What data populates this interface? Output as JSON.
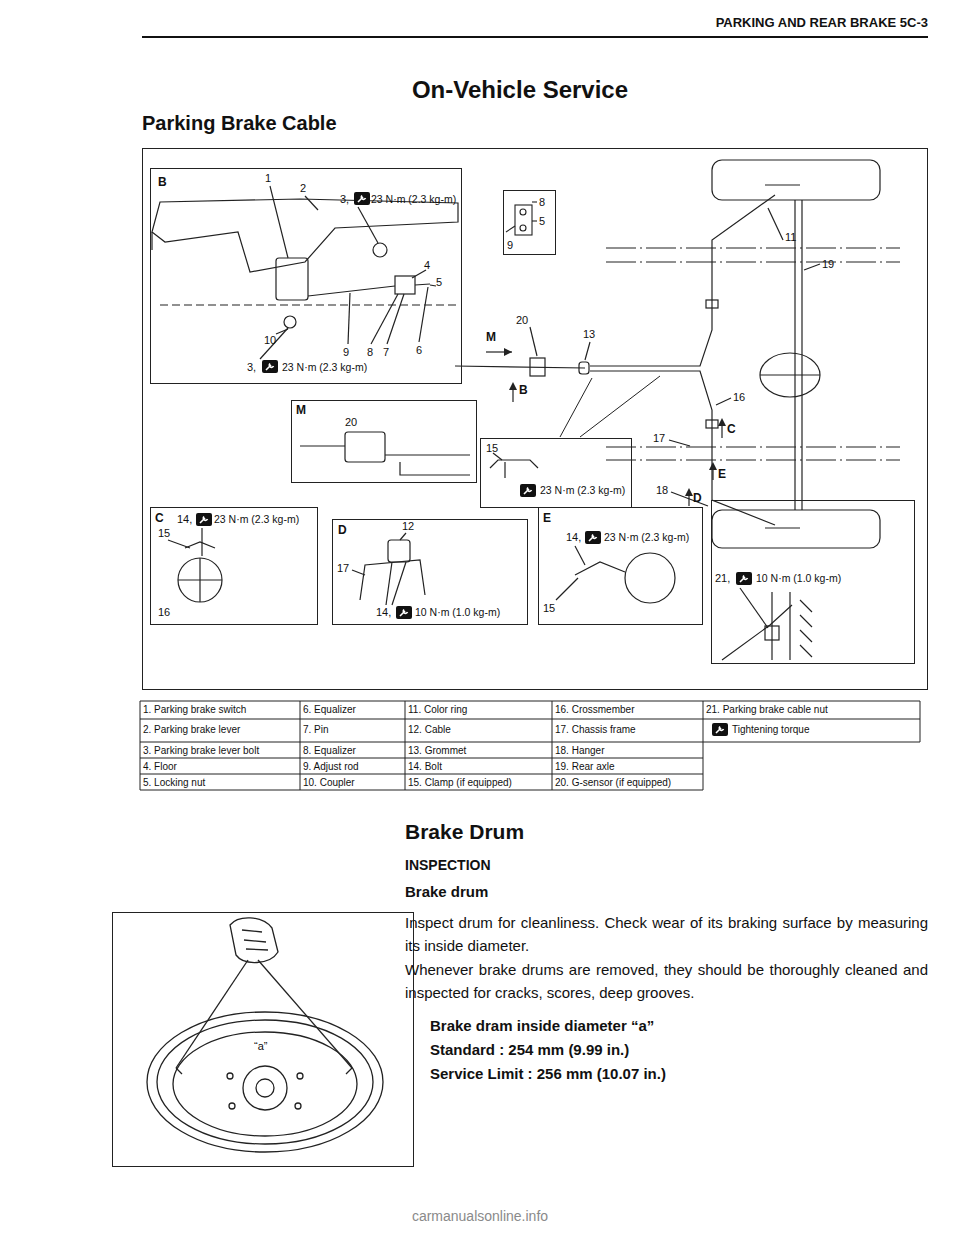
{
  "diagram": {
    "title": "On-Vehicle Service",
    "nodes": [
      {
        "text": [
          "11",
          "19",
          "20",
          "13",
          "M",
          "B",
          "16",
          "C",
          "17",
          "E",
          "18",
          "D"
        ]
      },
      {
        "text": [
          "B",
          "1",
          "2",
          "3,",
          "23 N·m (2.3 kg-m)",
          "4",
          "5",
          "10",
          "9",
          "8",
          "7",
          "6",
          "3,",
          "23 N·m (2.3 kg-m)"
        ],
        "in": 0
      },
      {
        "text": [
          "M",
          "20"
        ],
        "in": 0
      },
      {
        "text": [
          "8",
          "5",
          "9"
        ],
        "in": 0
      },
      {
        "text": [
          "15",
          "23 N·m (2.3 kg-m)"
        ],
        "in": 0
      },
      {
        "text": [
          "C",
          "15",
          "14,",
          "23 N·m (2.3 kg-m)",
          "16"
        ],
        "in": 0
      },
      {
        "text": [
          "D",
          "12",
          "17",
          "14,",
          "10 N·m (1.0 kg-m)"
        ],
        "in": 0
      },
      {
        "text": [
          "E",
          "14,",
          "23 N·m (2.3 kg-m)",
          "15"
        ],
        "in": 0
      },
      {
        "text": [
          "21,",
          "10 N·m (1.0 kg-m)"
        ],
        "in": 0
      },
      {
        "text": [
          "“a”"
        ]
      }
    ],
    "labels": [
      "PARKING AND REAR BRAKE 5C-3",
      "Parking Brake Cable",
      "1. Parking brake switch",
      "6. Equalizer",
      "11. Color ring",
      "16. Crossmember",
      "21. Parking brake cable nut",
      "2. Parking brake lever",
      "7. Pin",
      "12. Cable",
      "17. Chassis frame",
      "Tightening torque",
      "3. Parking brake lever bolt",
      "8. Equalizer",
      "13. Grommet",
      "18. Hanger",
      "4. Floor",
      "9. Adjust rod",
      "14. Bolt",
      "19. Rear axle",
      "5. Locking nut",
      "10. Coupler",
      "15. Clamp (if equipped)",
      "20. G-sensor (if equipped)",
      "Brake Drum",
      "INSPECTION",
      "Brake drum",
      "Inspect drum for cleanliness. Check wear of its braking surface by measuring its inside diameter.",
      "Whenever brake drums are removed, they should be thoroughly cleaned and inspected for cracks, scores, deep grooves.",
      "Brake dram inside diameter “a”",
      "Standard : 254 mm (9.99 in.)",
      "Service Limit : 256 mm (10.07 in.)",
      "carmanualsonline.info"
    ]
  }
}
